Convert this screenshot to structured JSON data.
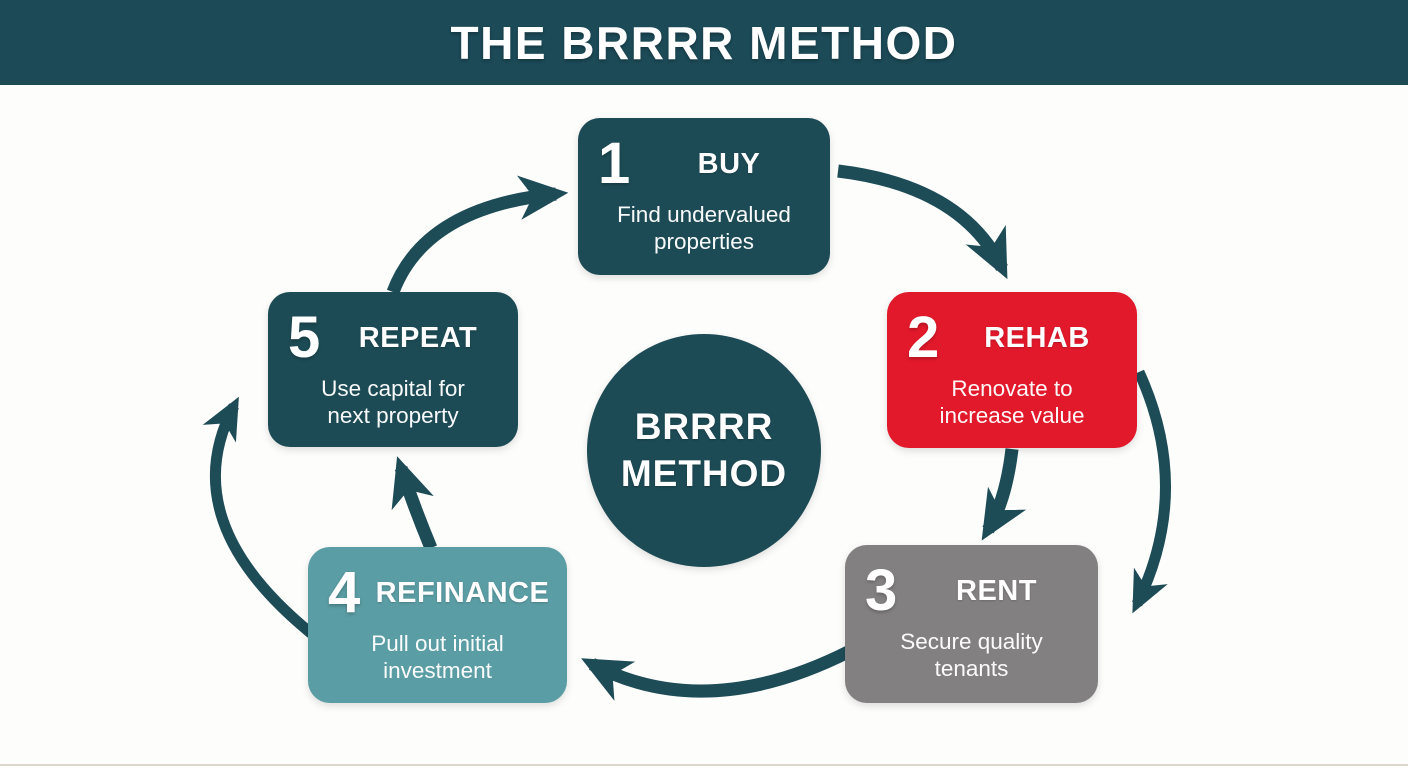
{
  "header": {
    "title": "THE BRRRR METHOD"
  },
  "center": {
    "line1": "BRRRR",
    "line2": "METHOD"
  },
  "steps": [
    {
      "number": "1",
      "title": "BUY",
      "description_lines": [
        "Find undervalued",
        "properties"
      ],
      "color": "#1d4b55"
    },
    {
      "number": "2",
      "title": "REHAB",
      "description_lines": [
        "Renovate to",
        "increase value"
      ],
      "color": "#e2192b"
    },
    {
      "number": "3",
      "title": "RENT",
      "description_lines": [
        "Secure quality",
        "tenants"
      ],
      "color": "#838081"
    },
    {
      "number": "4",
      "title": "REFINANCE",
      "description_lines": [
        "Pull out initial",
        "investment"
      ],
      "color": "#5b9da4"
    },
    {
      "number": "5",
      "title": "REPEAT",
      "description_lines": [
        "Use capital for",
        "next property"
      ],
      "color": "#1d4b55"
    }
  ],
  "colors": {
    "header_bg": "#1c4a57",
    "dark_teal": "#1d4b55",
    "red": "#e2192b",
    "gray": "#838081",
    "light_teal": "#5b9da4",
    "arrow": "#1d4c57",
    "text": "#ffffff"
  }
}
